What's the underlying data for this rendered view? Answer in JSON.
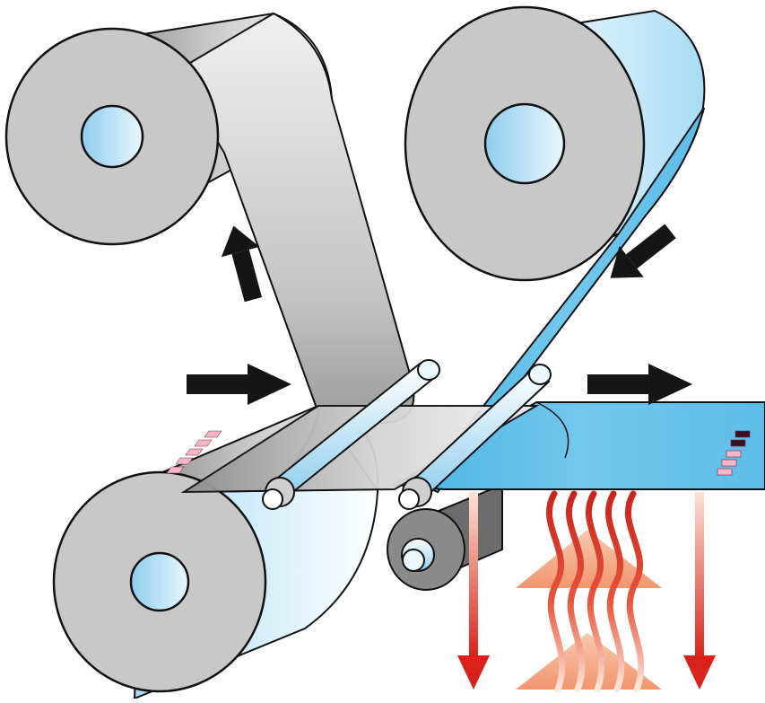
{
  "colors": {
    "outline": "#111111",
    "roll_grey": "#c6c6c6",
    "core_blue": "#9fd4f0",
    "web_grey": "#b9b9b9",
    "web_blue": "#6fc6ea",
    "label_pink": "#f5b6c8",
    "heat_red": "#d62a1f",
    "heat_orange": "#f4a480",
    "arrow_black": "#151515"
  },
  "icons": [
    "direction-arrow",
    "heat-flow-arrow",
    "heat-wave",
    "heat-cone"
  ]
}
